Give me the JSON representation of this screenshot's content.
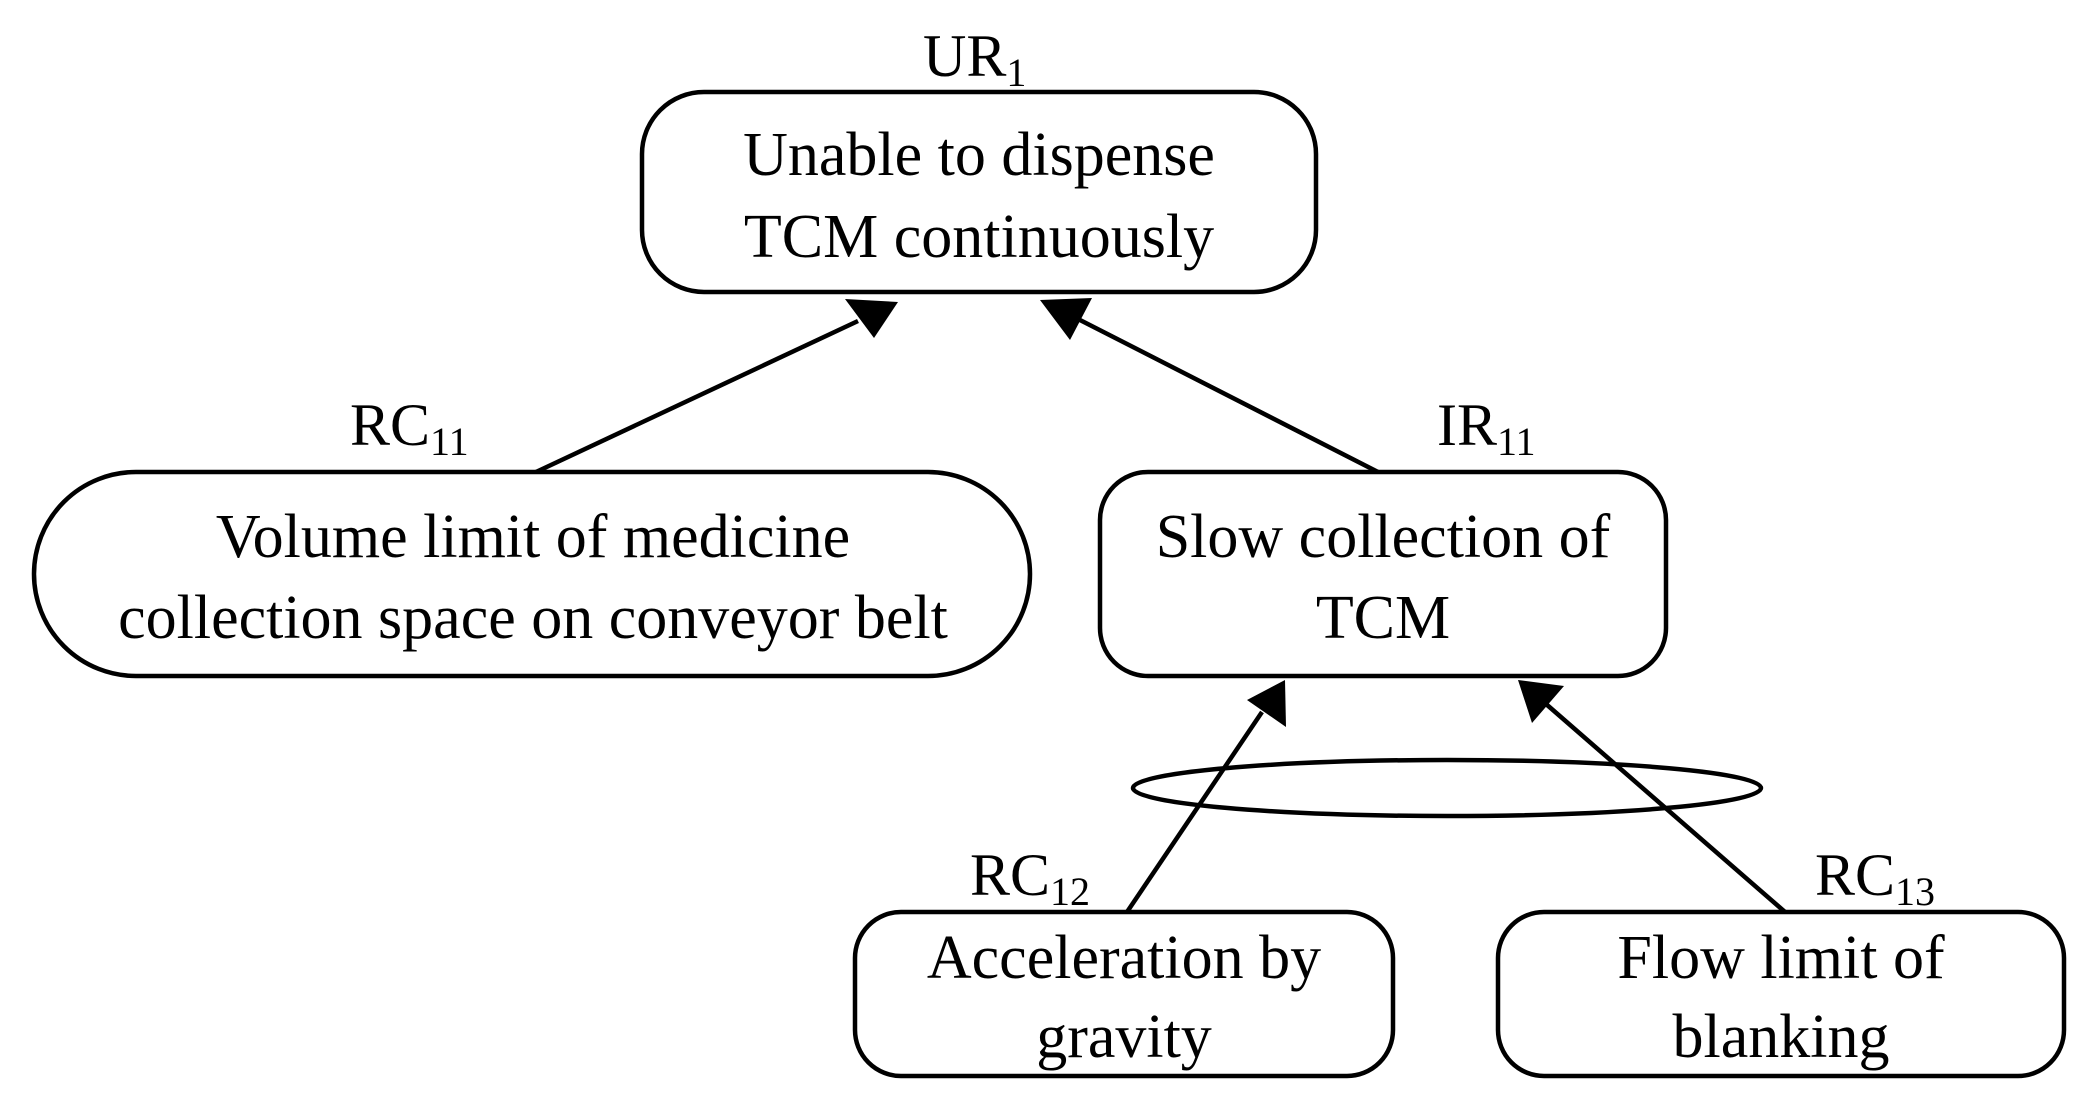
{
  "nodes": {
    "ur1": {
      "tag_main": "UR",
      "tag_sub": "1",
      "line1": "Unable to dispense",
      "line2": "TCM continuously"
    },
    "rc11": {
      "tag_main": "RC",
      "tag_sub": "11",
      "line1": "Volume limit of medicine",
      "line2": "collection space on conveyor belt"
    },
    "ir11": {
      "tag_main": "IR",
      "tag_sub": "11",
      "line1": "Slow collection of",
      "line2": "TCM"
    },
    "rc12": {
      "tag_main": "RC",
      "tag_sub": "12",
      "line1": "Acceleration by",
      "line2": "gravity"
    },
    "rc13": {
      "tag_main": "RC",
      "tag_sub": "13",
      "line1": "Flow limit of",
      "line2": "blanking"
    }
  }
}
